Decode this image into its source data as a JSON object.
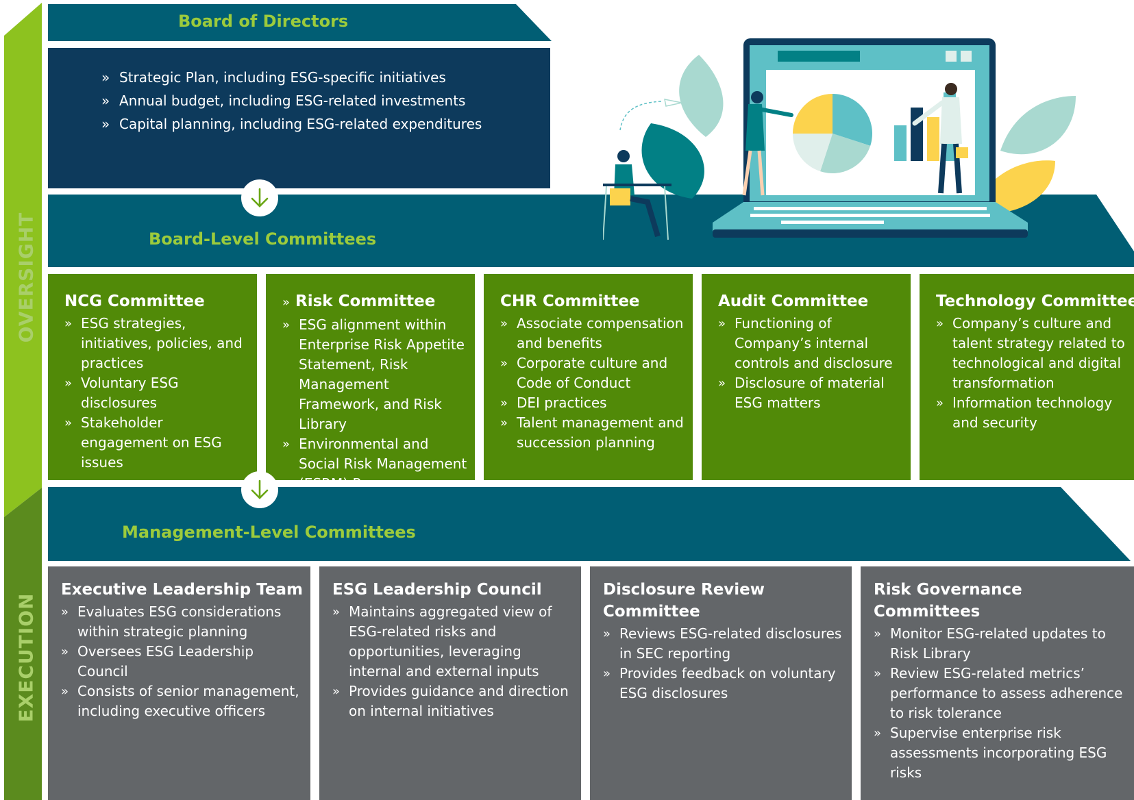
{
  "rail": {
    "oversight_label": "OVERSIGHT",
    "execution_label": "EXECUTION",
    "oversight_color": "#8dc21f",
    "execution_color": "#5b8b1e"
  },
  "board_of_directors": {
    "title": "Board of Directors",
    "items": [
      "Strategic Plan, including ESG-specific initiatives",
      "Annual budget, including ESG-related investments",
      "Capital planning, including ESG-related expenditures"
    ]
  },
  "board_level": {
    "title": "Board-Level Committees"
  },
  "board_committees": [
    {
      "name": "NCG Committee",
      "items": [
        "ESG strategies, initiatives, policies, and practices",
        "Voluntary ESG disclosures",
        "Stakeholder engagement on ESG issues"
      ]
    },
    {
      "name": "Risk Committee",
      "items": [
        "ESG alignment within Enterprise Risk Appetite Statement, Risk Management Framework, and Risk Library",
        "Environmental and Social Risk Management (ESRM) Program"
      ]
    },
    {
      "name": "CHR Committee",
      "items": [
        "Associate compensation and benefits",
        "Corporate culture and Code of Conduct",
        "DEI practices",
        "Talent management and succession planning"
      ]
    },
    {
      "name": "Audit Committee",
      "items": [
        "Functioning of Company’s internal controls and disclosure",
        "Disclosure of material ESG matters"
      ]
    },
    {
      "name": "Technology Committee",
      "items": [
        "Company’s culture and talent strategy related to technological and digital transformation",
        "Information technology and security"
      ]
    }
  ],
  "management_level": {
    "title": "Management-Level Committees"
  },
  "management_committees": [
    {
      "name": "Executive Leadership Team",
      "items": [
        "Evaluates ESG considerations within strategic planning",
        "Oversees ESG Leadership Council",
        "Consists of senior management, including executive officers"
      ]
    },
    {
      "name": "ESG Leadership Council",
      "items": [
        "Maintains aggregated view of ESG-related risks and opportunities, leveraging internal and external inputs",
        "Provides guidance and direction on internal initiatives"
      ]
    },
    {
      "name": "Disclosure Review Committee",
      "items": [
        "Reviews ESG-related disclosures in SEC reporting",
        "Provides feedback on voluntary ESG disclosures"
      ]
    },
    {
      "name": "Risk Governance Committees",
      "items": [
        "Monitor ESG-related updates to Risk Library",
        "Review ESG-related metrics’ performance to assess adherence to risk tolerance",
        "Supervise enterprise risk assessments incorporating ESG risks"
      ]
    }
  ],
  "colors": {
    "navy": "#0d3a5c",
    "teal": "#015e74",
    "green_box": "#518a08",
    "grey_box": "#636669",
    "title_green": "#9ccb3c"
  },
  "illustration": {
    "icons": [
      "presentation-laptop-icon",
      "pie-chart-icon",
      "bar-chart-icon",
      "paper-plane-icon",
      "leaf-icon",
      "presenter-woman-icon",
      "presenter-man-icon",
      "seated-woman-icon"
    ],
    "pie_chart": {
      "values": [
        30,
        25,
        20,
        25
      ],
      "colors": [
        "#5ec0c6",
        "#a9d9d0",
        "#e0efeb",
        "#fcd34d"
      ]
    },
    "bar_chart": {
      "values": [
        52,
        78,
        64,
        100
      ],
      "colors": [
        "#5ec0c6",
        "#0d3a5c",
        "#fcd34d",
        "#5ec0c6"
      ]
    }
  }
}
